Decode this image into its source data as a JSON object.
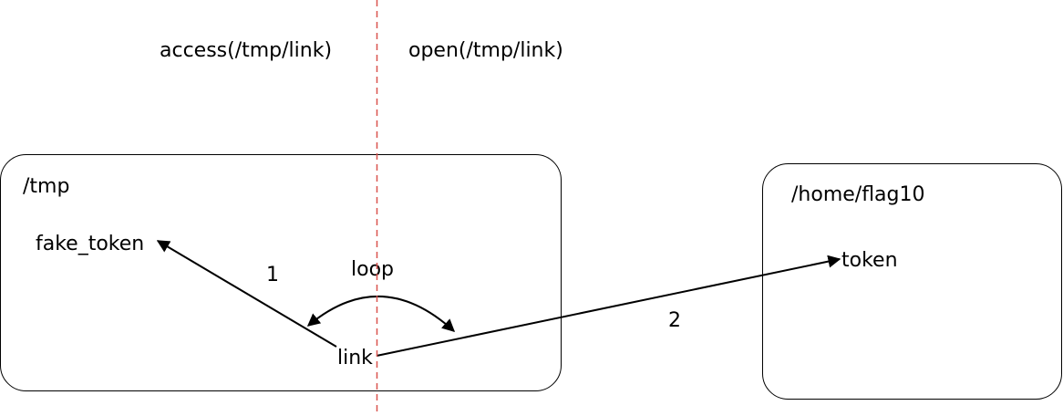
{
  "labels": {
    "left_call": "access(/tmp/link)",
    "right_call": "open(/tmp/link)"
  },
  "boxes": {
    "tmp": {
      "title": "/tmp"
    },
    "home": {
      "title": "/home/flag10"
    }
  },
  "nodes": {
    "fake_token": "fake_token",
    "link": "link",
    "token": "token"
  },
  "edges": {
    "edge1_label": "1",
    "loop_label": "loop",
    "edge2_label": "2"
  },
  "colors": {
    "divider": "#d9534f",
    "stroke": "#000000"
  }
}
